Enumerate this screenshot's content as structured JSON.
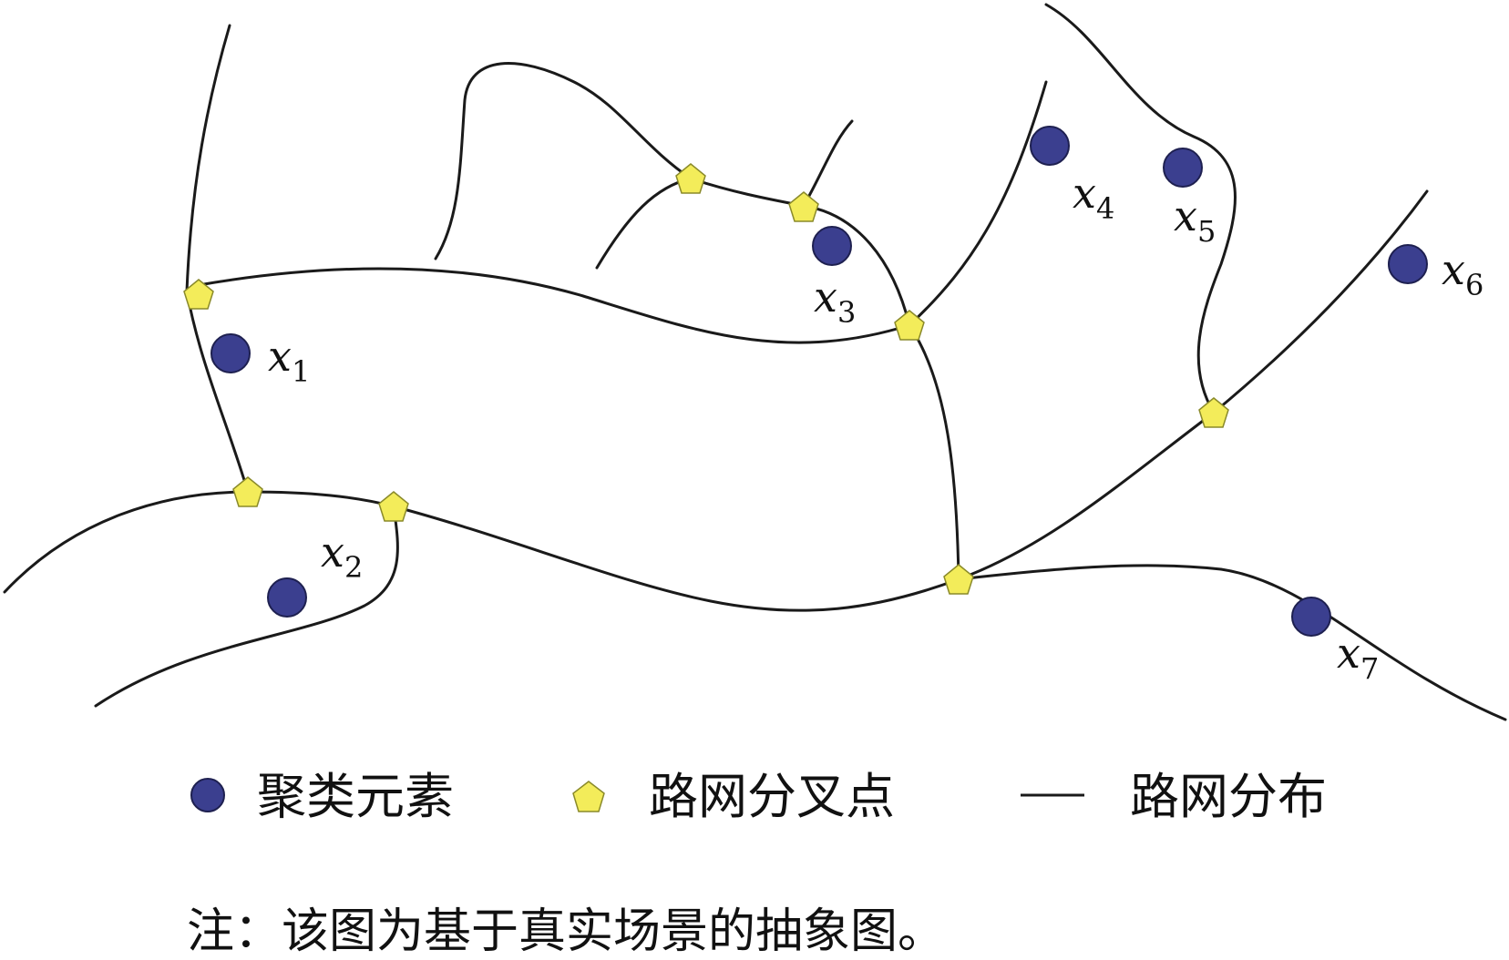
{
  "elements": [
    {
      "id": "x1",
      "base": "x",
      "sub": "1"
    },
    {
      "id": "x2",
      "base": "x",
      "sub": "2"
    },
    {
      "id": "x3",
      "base": "x",
      "sub": "3"
    },
    {
      "id": "x4",
      "base": "x",
      "sub": "4"
    },
    {
      "id": "x5",
      "base": "x",
      "sub": "5"
    },
    {
      "id": "x6",
      "base": "x",
      "sub": "6"
    },
    {
      "id": "x7",
      "base": "x",
      "sub": "7"
    }
  ],
  "legend": {
    "cluster_element": "聚类元素",
    "junction": "路网分叉点",
    "road": "路网分布"
  },
  "note": "注：该图为基于真实场景的抽象图。",
  "colors": {
    "element_fill": "#3b3f8f",
    "junction_fill": "#f3ec5a",
    "road_stroke": "#1a1a1a"
  },
  "icons": {
    "element": "circle",
    "junction": "pentagon"
  }
}
